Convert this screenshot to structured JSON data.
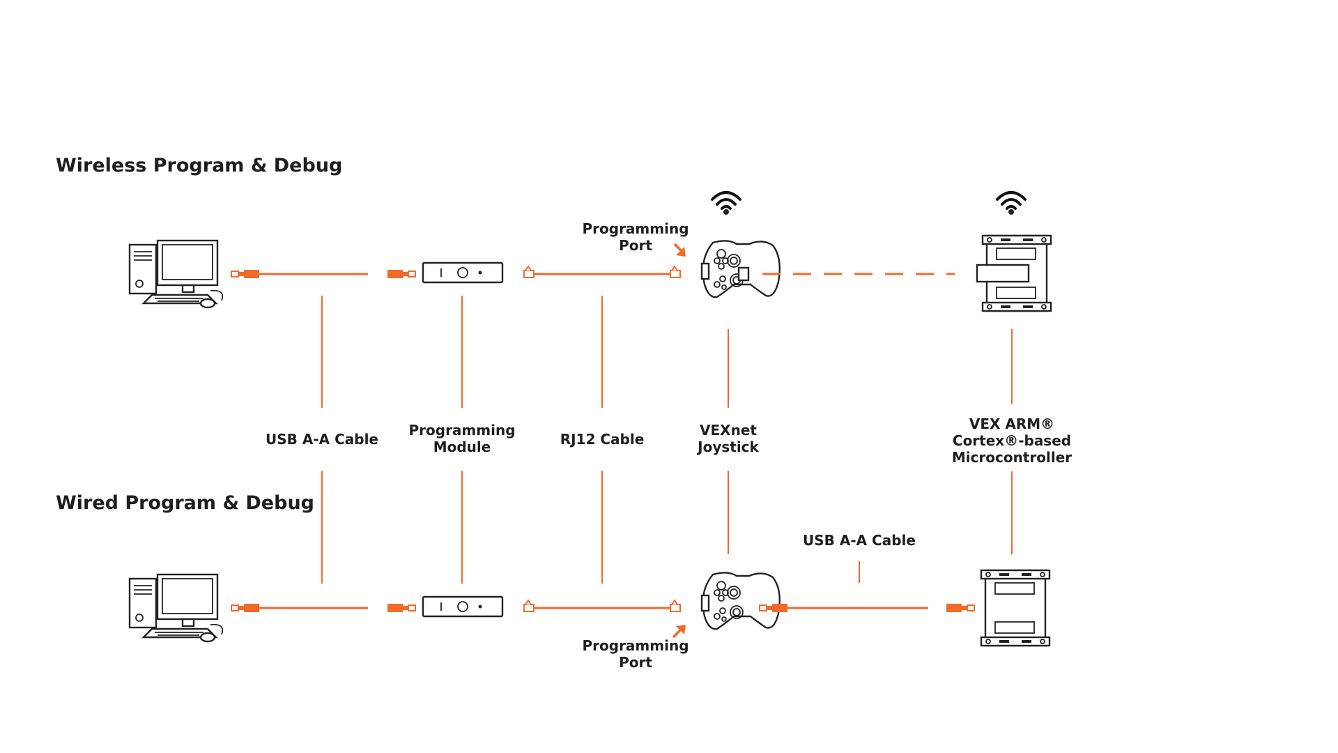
{
  "sections": {
    "wireless_title": "Wireless Program & Debug",
    "wired_title": "Wired Program & Debug"
  },
  "labels": {
    "usb_cable": "USB A-A Cable",
    "programming_module": [
      "Programming",
      "Module"
    ],
    "rj12_cable": "RJ12 Cable",
    "joystick": [
      "VEXnet",
      "Joystick"
    ],
    "microcontroller": [
      "VEX ARM®",
      "Cortex®-based",
      "Microcontroller"
    ],
    "programming_port_top": [
      "Programming",
      "Port"
    ],
    "programming_port_bottom": [
      "Programming",
      "Port"
    ],
    "usb_cable_wired": "USB A-A Cable"
  },
  "icons": {
    "computer": "desktop-computer-icon",
    "module": "programming-module-icon",
    "joystick": "gamepad-icon",
    "microcontroller": "microcontroller-icon",
    "wireless": "wifi-icon"
  },
  "colors": {
    "accent": "#f26a2a",
    "ink": "#1e1e1e"
  }
}
